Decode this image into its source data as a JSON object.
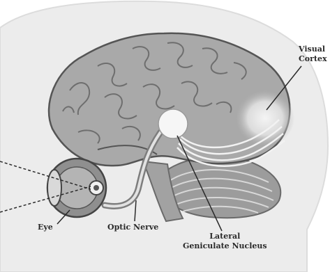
{
  "labels": {
    "visual_cortex": [
      "Visual",
      "Cortex"
    ],
    "eye": "Eye",
    "optic_nerve": "Optic Nerve",
    "lgn": [
      "Lateral",
      "Geniculate Nucleus"
    ]
  },
  "colors": {
    "head": "#ececec",
    "brain": "#a9a9a9",
    "brain_dark": "#7d7d7d",
    "cortex_highlight": "#f1f1f1",
    "lgn": "#f6f6f6",
    "line": "#2a2a2a"
  }
}
